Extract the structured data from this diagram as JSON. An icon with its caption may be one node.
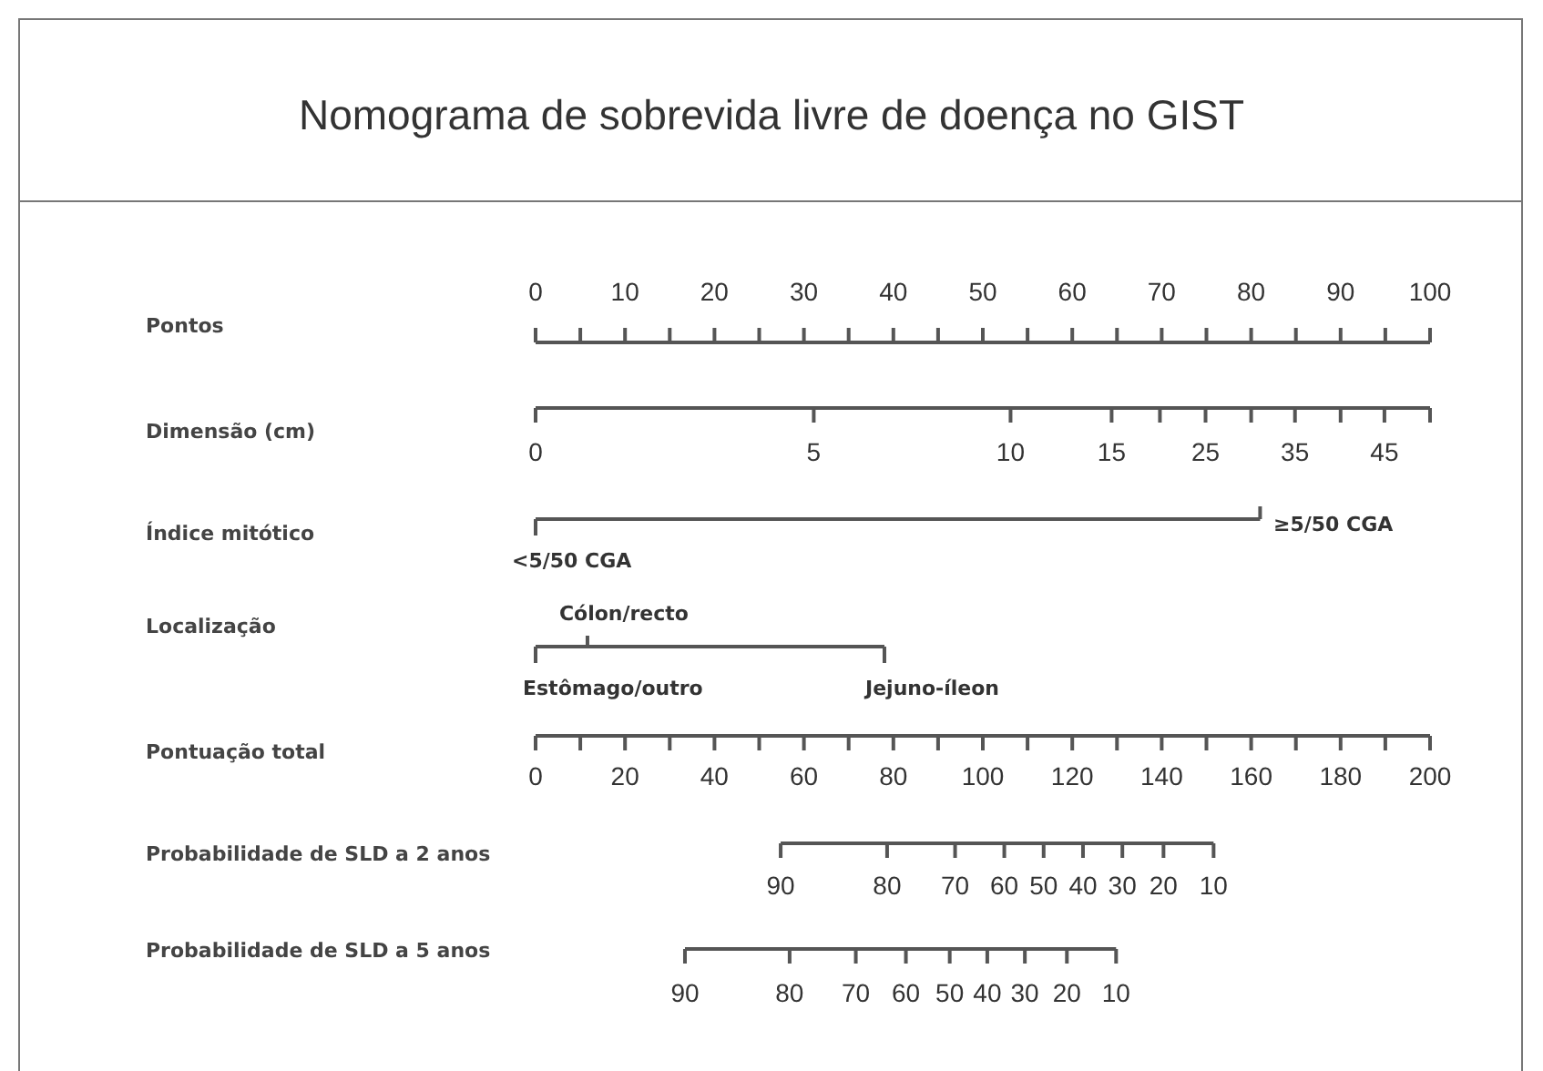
{
  "diagram": {
    "title": "Nomograma de sobrevida livre de doença no GIST",
    "labels": [
      "Pontos",
      "0",
      "10",
      "20",
      "30",
      "40",
      "50",
      "60",
      "70",
      "80",
      "90",
      "100",
      "Dimensão (cm)",
      "0",
      "5",
      "10",
      "15",
      "25",
      "35",
      "45",
      "Índice mitótico",
      "<5/50 CGA",
      "≥5/50 CGA",
      "Localização",
      "Cólon/recto",
      "Estômago/outro",
      "Jejuno-íleon",
      "Pontuação total",
      "0",
      "20",
      "40",
      "60",
      "80",
      "100",
      "120",
      "140",
      "160",
      "180",
      "200",
      "Probabilidade de SLD a 2 anos",
      "90",
      "80",
      "70",
      "60",
      "50",
      "40",
      "30",
      "20",
      "10",
      "Probabilidade de SLD a 5 anos",
      "90",
      "80",
      "70",
      "60",
      "50",
      "40",
      "30",
      "20",
      "10"
    ]
  }
}
